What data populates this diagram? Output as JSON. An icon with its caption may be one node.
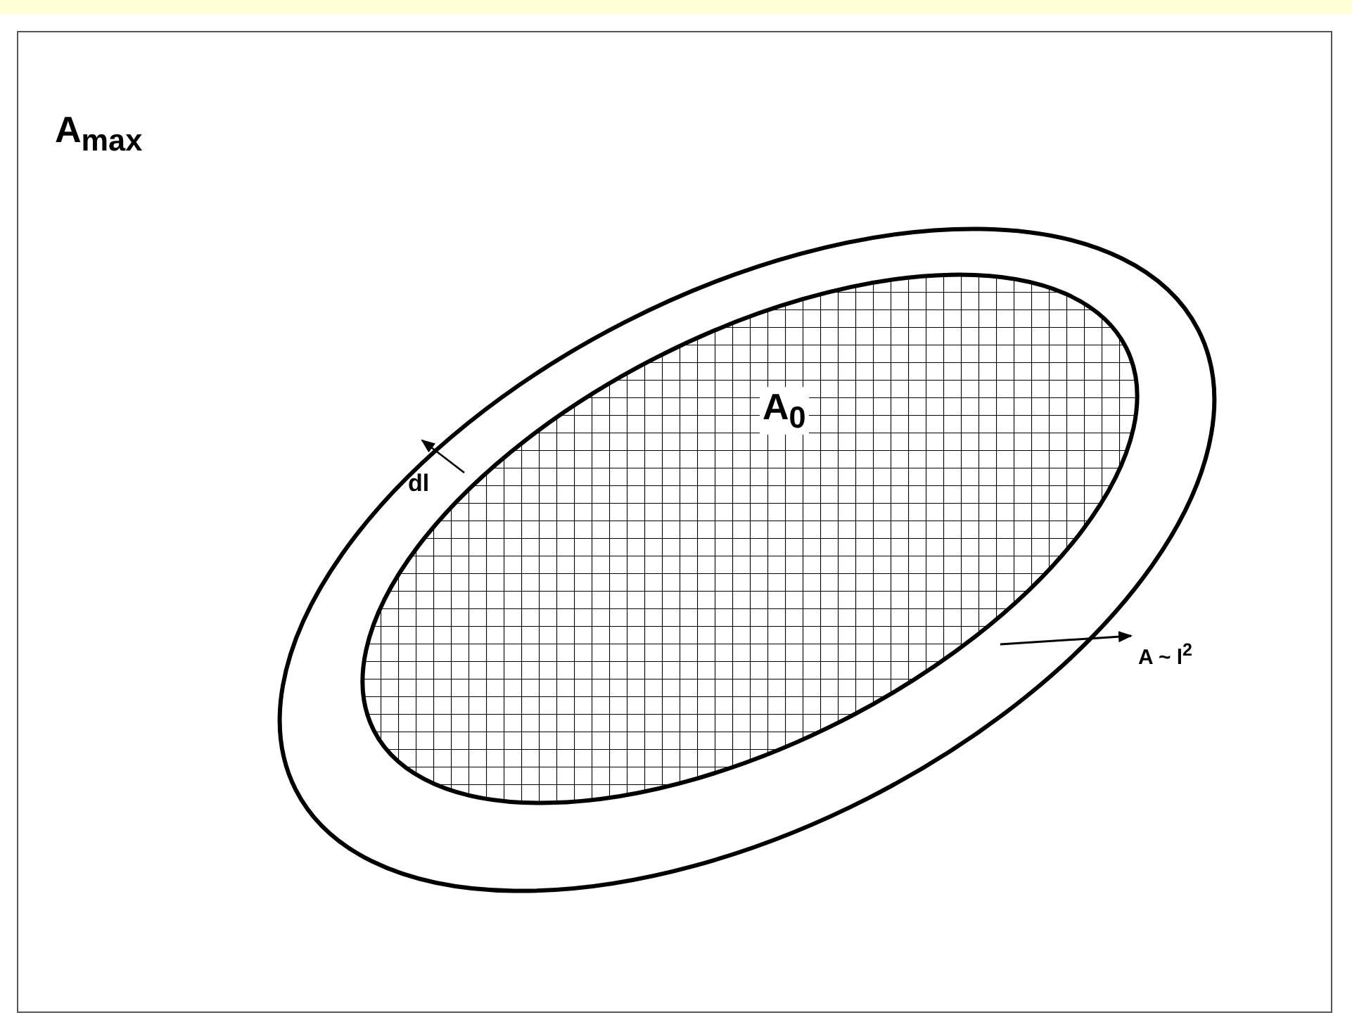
{
  "diagram": {
    "nodes": [
      {
        "text": [
          "A$_{max}$"
        ]
      },
      {
        "text": [],
        "shape": "ellipse",
        "in": 0
      },
      {
        "text": [
          "A$_{0}$"
        ],
        "in": 1
      },
      {
        "text": [
          "A ~ l$^{2}$"
        ],
        "in": 0
      }
    ],
    "edges": [
      {
        "from": 2,
        "to": 3,
        "arrow": "to"
      }
    ],
    "labels": [
      "dl"
    ]
  }
}
